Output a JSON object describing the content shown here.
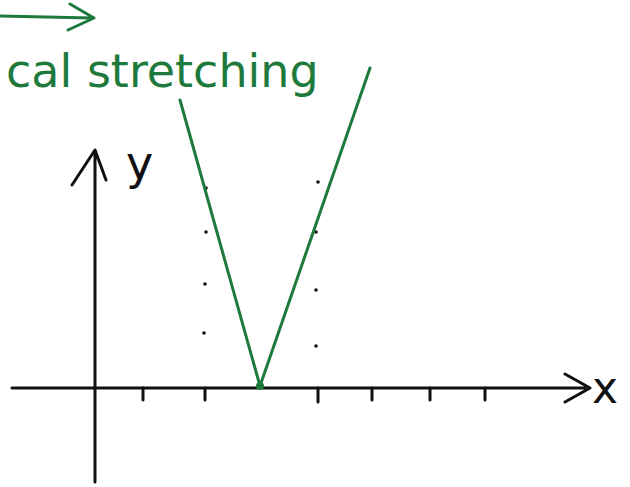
{
  "diagram": {
    "labels": [
      "cal stretching",
      "y",
      "x"
    ]
  }
}
